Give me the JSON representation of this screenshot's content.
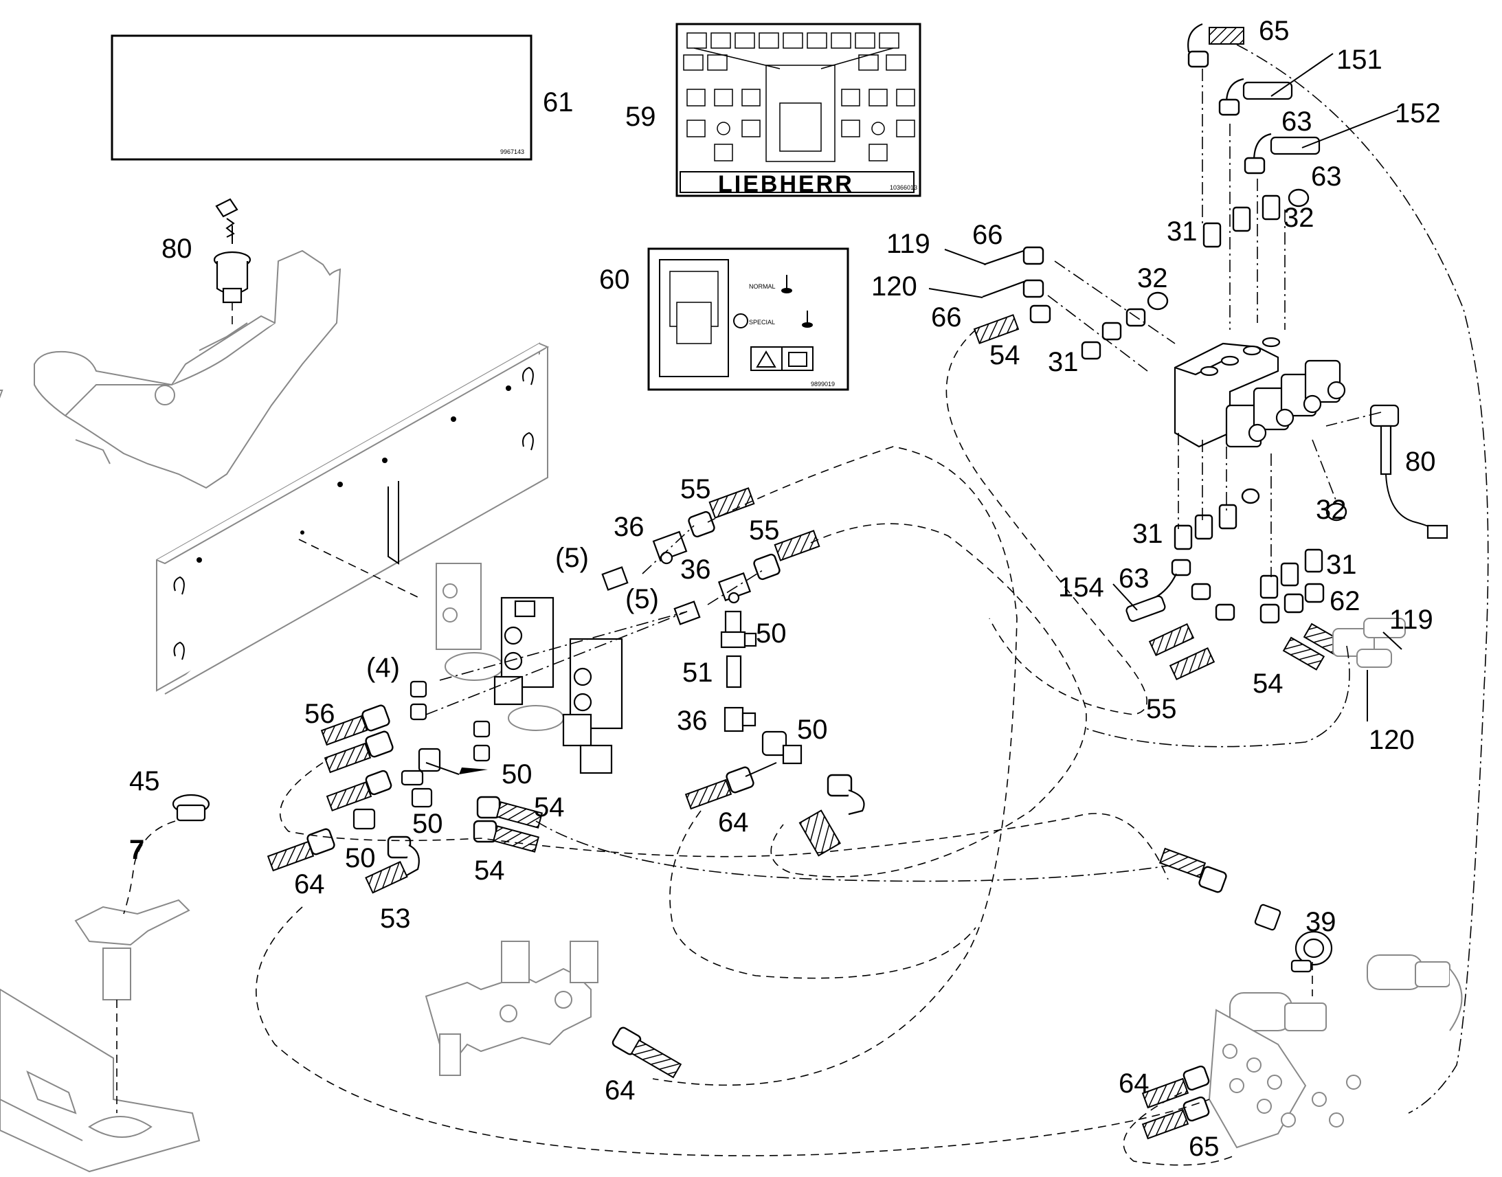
{
  "decals": {
    "d61_code": "9967143",
    "d59_code": "10366013",
    "d59_brand": "LIEBHERR",
    "d60_code": "9899019",
    "d60_normal": "NORMAL",
    "d60_special": "SPECIAL"
  },
  "callouts": [
    {
      "id": "c61",
      "text": "61"
    },
    {
      "id": "c59",
      "text": "59"
    },
    {
      "id": "c60",
      "text": "60"
    },
    {
      "id": "c80a",
      "text": "80"
    },
    {
      "id": "c65a",
      "text": "65"
    },
    {
      "id": "c151",
      "text": "151"
    },
    {
      "id": "c63a",
      "text": "63"
    },
    {
      "id": "c152",
      "text": "152"
    },
    {
      "id": "c63b",
      "text": "63"
    },
    {
      "id": "c31a",
      "text": "31"
    },
    {
      "id": "c32a",
      "text": "32"
    },
    {
      "id": "c119a",
      "text": "119"
    },
    {
      "id": "c66a",
      "text": "66"
    },
    {
      "id": "c120a",
      "text": "120"
    },
    {
      "id": "c32b",
      "text": "32"
    },
    {
      "id": "c66b",
      "text": "66"
    },
    {
      "id": "c54a",
      "text": "54"
    },
    {
      "id": "c31b",
      "text": "31"
    },
    {
      "id": "c80b",
      "text": "80"
    },
    {
      "id": "c32c",
      "text": "32"
    },
    {
      "id": "c31c",
      "text": "31"
    },
    {
      "id": "c31d",
      "text": "31"
    },
    {
      "id": "c154",
      "text": "154"
    },
    {
      "id": "c63c",
      "text": "63"
    },
    {
      "id": "c62",
      "text": "62"
    },
    {
      "id": "c119b",
      "text": "119"
    },
    {
      "id": "c54b",
      "text": "54"
    },
    {
      "id": "c55a",
      "text": "55"
    },
    {
      "id": "c120b",
      "text": "120"
    },
    {
      "id": "c55b",
      "text": "55"
    },
    {
      "id": "c36a",
      "text": "36"
    },
    {
      "id": "c55c",
      "text": "55"
    },
    {
      "id": "c5a",
      "text": "(5)"
    },
    {
      "id": "c36b",
      "text": "36"
    },
    {
      "id": "c5b",
      "text": "(5)"
    },
    {
      "id": "c50a",
      "text": "50"
    },
    {
      "id": "c51",
      "text": "51"
    },
    {
      "id": "c36c",
      "text": "36"
    },
    {
      "id": "c50b",
      "text": "50"
    },
    {
      "id": "c4",
      "text": "(4)"
    },
    {
      "id": "c56",
      "text": "56"
    },
    {
      "id": "c50c",
      "text": "50"
    },
    {
      "id": "c45",
      "text": "45"
    },
    {
      "id": "c7",
      "text": "7"
    },
    {
      "id": "c54c",
      "text": "54"
    },
    {
      "id": "c50d",
      "text": "50"
    },
    {
      "id": "c64a",
      "text": "64"
    },
    {
      "id": "c50e",
      "text": "50"
    },
    {
      "id": "c54d",
      "text": "54"
    },
    {
      "id": "c64b",
      "text": "64"
    },
    {
      "id": "c53",
      "text": "53"
    },
    {
      "id": "c39",
      "text": "39"
    },
    {
      "id": "c64c",
      "text": "64"
    },
    {
      "id": "c64d",
      "text": "64"
    },
    {
      "id": "c65b",
      "text": "65"
    }
  ]
}
